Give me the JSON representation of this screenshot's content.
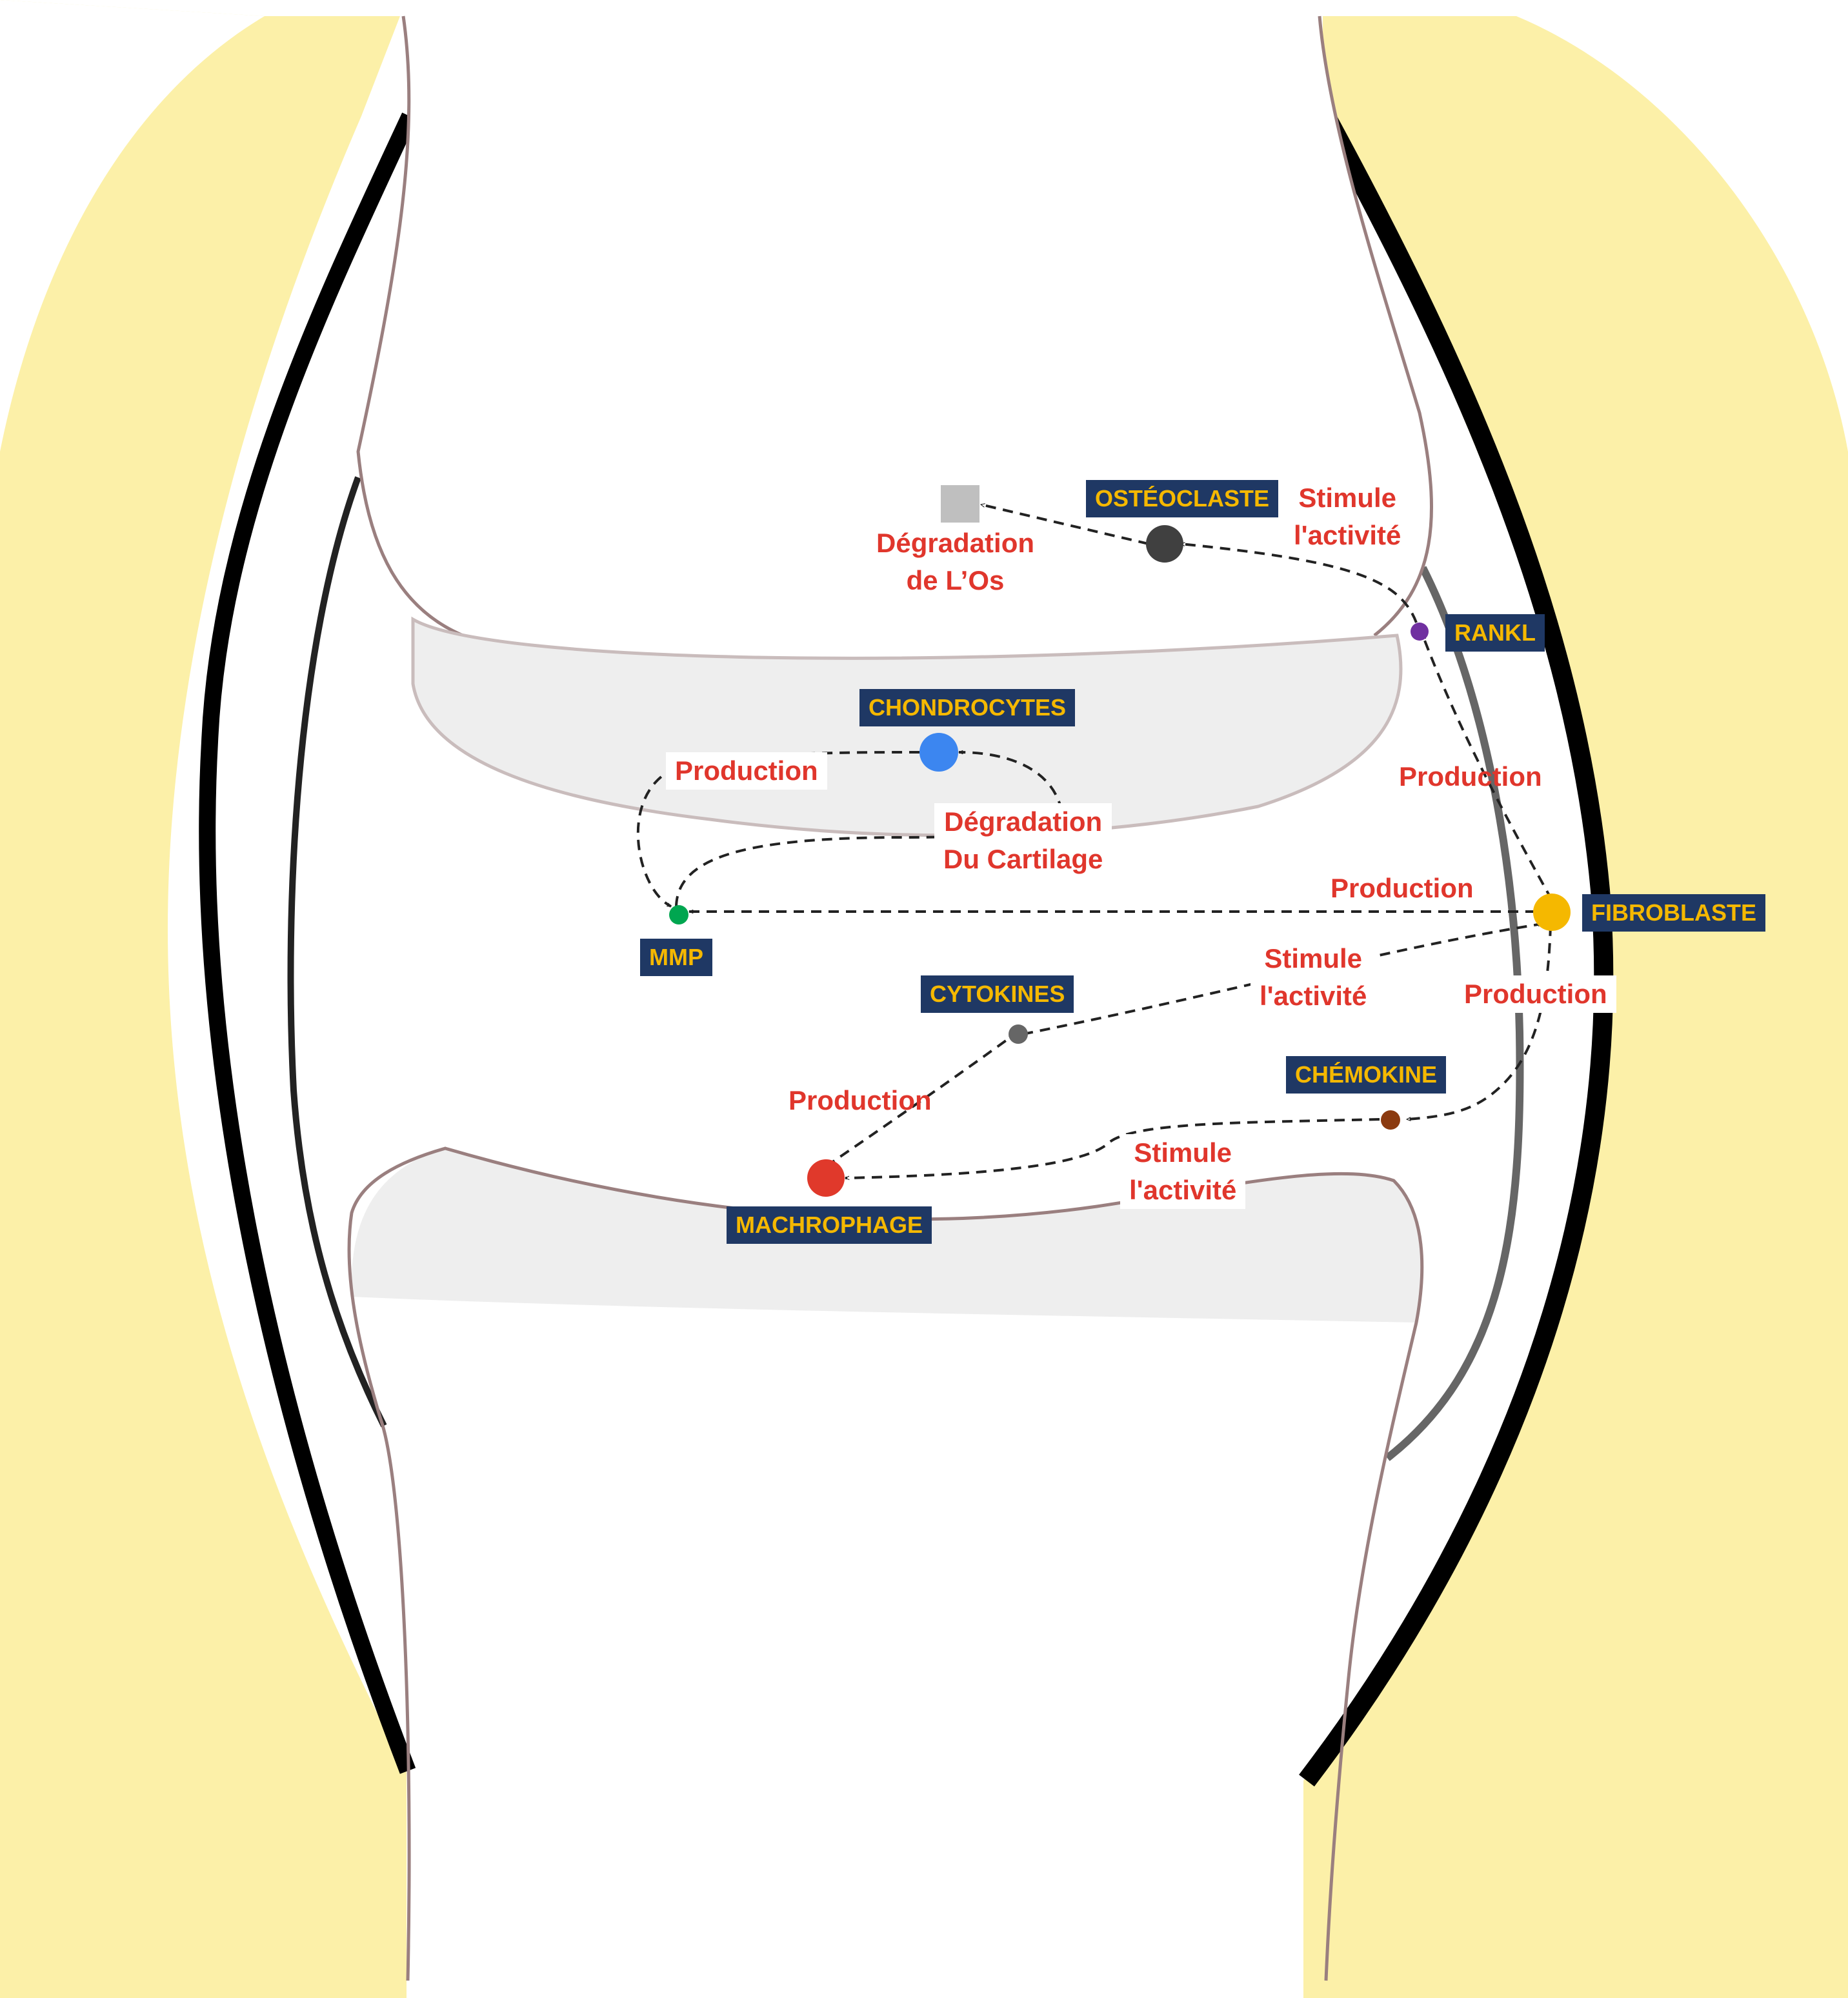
{
  "colors": {
    "capsule_fill": "#fcf0a8",
    "bone_outline": "#9a7f7f",
    "cartilage_fill": "#eeeeee",
    "membrane": "#000000",
    "inner_membrane": "#666666",
    "label_bg": "#1f3864",
    "label_text": "#f5b800",
    "relation_text": "#e0362c",
    "arrow": "#222222"
  },
  "nodes": {
    "osteoclaste": {
      "label": "OSTÉOCLASTE",
      "color": "#404040"
    },
    "rankl": {
      "label": "RANKL",
      "color": "#7030a0"
    },
    "chondrocytes": {
      "label": "CHONDROCYTES",
      "color": "#3c86f0"
    },
    "mmp": {
      "label": "MMP",
      "color": "#00a650"
    },
    "fibroblaste": {
      "label": "FIBROBLASTE",
      "color": "#f5b800"
    },
    "cytokines": {
      "label": "CYTOKINES",
      "color": "#666666"
    },
    "chemokine": {
      "label": "CHÉMOKINE",
      "color": "#8b3a0f"
    },
    "machrophage": {
      "label": "MACHROPHAGE",
      "color": "#e0392b"
    },
    "bone_target": {
      "color": "#bfbfbf"
    }
  },
  "relations": {
    "degradation_os": {
      "line1": "Dégradation",
      "line2": "de L’Os"
    },
    "stimule_osteoclaste": {
      "line1": "Stimule",
      "line2": "l'activité"
    },
    "production_rankl": {
      "text": "Production"
    },
    "production_mmp_chondro": {
      "text": "Production"
    },
    "degradation_cartilage": {
      "line1": "Dégradation",
      "line2": "Du Cartilage"
    },
    "production_mmp_fibro": {
      "text": "Production"
    },
    "stimule_fibroblaste": {
      "line1": "Stimule",
      "line2": "l'activité"
    },
    "production_chemokine": {
      "text": "Production"
    },
    "production_cytokines": {
      "text": "Production"
    },
    "stimule_macrophage": {
      "line1": "Stimule",
      "line2": "l'activité"
    }
  }
}
